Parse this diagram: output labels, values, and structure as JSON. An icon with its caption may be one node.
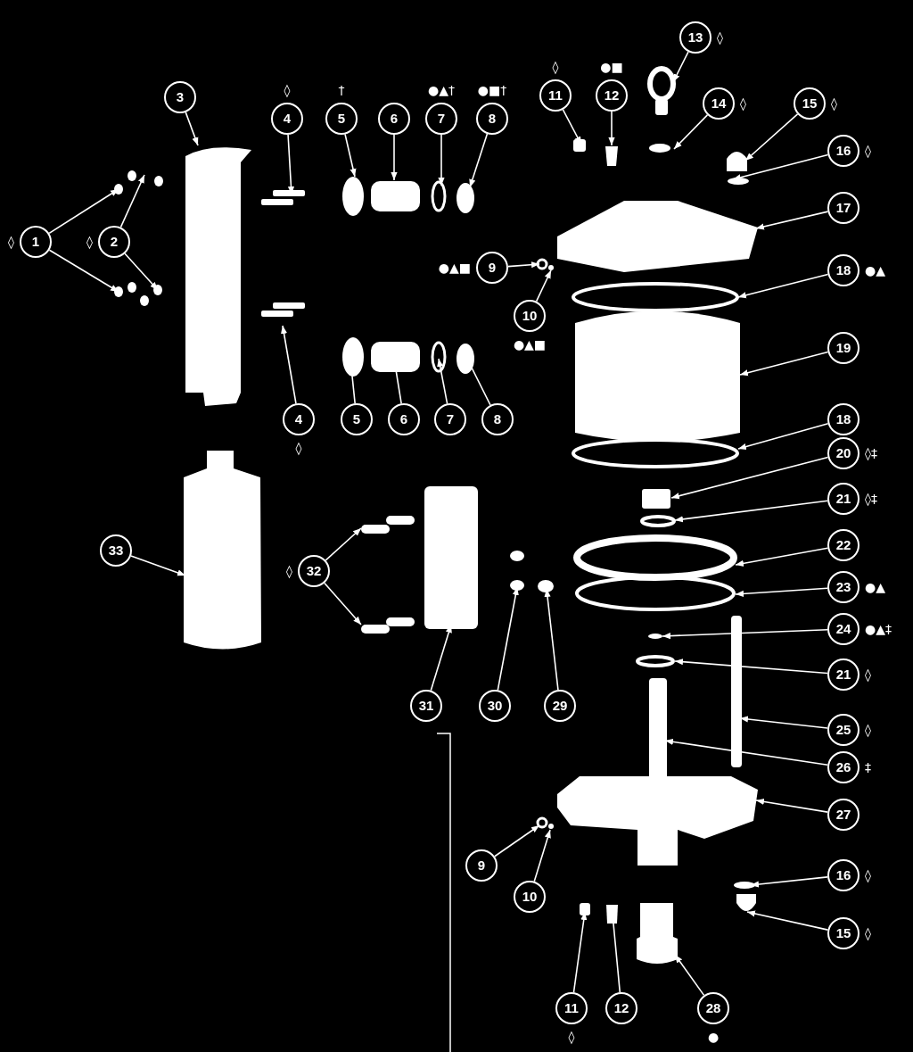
{
  "diagram": {
    "nodes": [
      {
        "text": [
          "1"
        ],
        "beside": [
          "◊"
        ]
      },
      {
        "text": [
          "2"
        ],
        "beside": [
          "◊"
        ]
      },
      {
        "text": [
          "3"
        ]
      },
      {
        "text": [
          "4"
        ],
        "beside": [
          "◊"
        ]
      },
      {
        "text": [
          "5"
        ],
        "beside": [
          "†"
        ]
      },
      {
        "text": [
          "6"
        ]
      },
      {
        "text": [
          "7"
        ],
        "beside": [
          "●▲†"
        ]
      },
      {
        "text": [
          "8"
        ],
        "beside": [
          "●■†"
        ]
      },
      {
        "text": [
          "11"
        ],
        "beside": [
          "◊"
        ]
      },
      {
        "text": [
          "12"
        ],
        "beside": [
          "●■"
        ]
      },
      {
        "text": [
          "13"
        ],
        "beside": [
          "◊"
        ]
      },
      {
        "text": [
          "14"
        ],
        "beside": [
          "◊"
        ]
      },
      {
        "text": [
          "15"
        ],
        "beside": [
          "◊"
        ]
      },
      {
        "text": [
          "16"
        ],
        "beside": [
          "◊"
        ]
      },
      {
        "text": [
          "17"
        ]
      },
      {
        "text": [
          "9"
        ],
        "beside": [
          "●▲■"
        ]
      },
      {
        "text": [
          "10"
        ],
        "beside": [
          "●▲■"
        ]
      },
      {
        "text": [
          "18"
        ],
        "beside": [
          "●▲"
        ]
      },
      {
        "text": [
          "19"
        ]
      },
      {
        "text": [
          "4"
        ],
        "beside": [
          "◊"
        ]
      },
      {
        "text": [
          "5"
        ]
      },
      {
        "text": [
          "6"
        ]
      },
      {
        "text": [
          "7"
        ]
      },
      {
        "text": [
          "8"
        ]
      },
      {
        "text": [
          "18"
        ]
      },
      {
        "text": [
          "20"
        ],
        "beside": [
          "◊‡"
        ]
      },
      {
        "text": [
          "21"
        ],
        "beside": [
          "◊‡"
        ]
      },
      {
        "text": [
          "33"
        ]
      },
      {
        "text": [
          "32"
        ],
        "beside": [
          "◊"
        ]
      },
      {
        "text": [
          "22"
        ]
      },
      {
        "text": [
          "23"
        ],
        "beside": [
          "●▲"
        ]
      },
      {
        "text": [
          "24"
        ],
        "beside": [
          "●▲‡"
        ]
      },
      {
        "text": [
          "21"
        ],
        "beside": [
          "◊"
        ]
      },
      {
        "text": [
          "31"
        ]
      },
      {
        "text": [
          "30"
        ]
      },
      {
        "text": [
          "29"
        ]
      },
      {
        "text": [
          "25"
        ],
        "beside": [
          "◊"
        ]
      },
      {
        "text": [
          "26"
        ],
        "beside": [
          "‡"
        ]
      },
      {
        "text": [
          "27"
        ]
      },
      {
        "text": [
          "9"
        ]
      },
      {
        "text": [
          "10"
        ]
      },
      {
        "text": [
          "16"
        ],
        "beside": [
          "◊"
        ]
      },
      {
        "text": [
          "15"
        ],
        "beside": [
          "◊"
        ]
      },
      {
        "text": [
          "11"
        ],
        "beside": [
          "◊"
        ]
      },
      {
        "text": [
          "12"
        ]
      },
      {
        "text": [
          "28"
        ],
        "beside": [
          "●"
        ]
      }
    ],
    "edges": [
      {
        "from": 0,
        "to": null,
        "arrow": "to"
      },
      {
        "from": 0,
        "to": null,
        "arrow": "to"
      },
      {
        "from": 1,
        "to": null,
        "arrow": "to"
      },
      {
        "from": 1,
        "to": null,
        "arrow": "to"
      },
      {
        "from": 2,
        "to": null,
        "arrow": "to"
      },
      {
        "from": 3,
        "to": null,
        "arrow": "to"
      },
      {
        "from": 4,
        "to": null,
        "arrow": "to"
      },
      {
        "from": 5,
        "to": null,
        "arrow": "to"
      },
      {
        "from": 6,
        "to": null,
        "arrow": "to"
      },
      {
        "from": 7,
        "to": null,
        "arrow": "to"
      },
      {
        "from": 8,
        "to": null,
        "arrow": "to"
      },
      {
        "from": 9,
        "to": null,
        "arrow": "to"
      },
      {
        "from": 10,
        "to": null,
        "arrow": "to"
      },
      {
        "from": 11,
        "to": null,
        "arrow": "to"
      },
      {
        "from": 12,
        "to": null,
        "arrow": "to"
      },
      {
        "from": 13,
        "to": null,
        "arrow": "to"
      },
      {
        "from": 14,
        "to": null,
        "arrow": "to"
      },
      {
        "from": 15,
        "to": null,
        "arrow": "to"
      },
      {
        "from": 16,
        "to": null,
        "arrow": "to"
      },
      {
        "from": 17,
        "to": null,
        "arrow": "to"
      },
      {
        "from": 18,
        "to": null,
        "arrow": "to"
      },
      {
        "from": 19,
        "to": null,
        "arrow": "to"
      },
      {
        "from": 20,
        "to": null,
        "arrow": "to"
      },
      {
        "from": 21,
        "to": null,
        "arrow": "to"
      },
      {
        "from": 22,
        "to": null,
        "arrow": "to"
      },
      {
        "from": 23,
        "to": null,
        "arrow": "to"
      },
      {
        "from": 24,
        "to": null,
        "arrow": "to"
      },
      {
        "from": 25,
        "to": null,
        "arrow": "to"
      },
      {
        "from": 26,
        "to": null,
        "arrow": "to"
      },
      {
        "from": 27,
        "to": null,
        "arrow": "to"
      },
      {
        "from": 28,
        "to": null,
        "arrow": "to"
      },
      {
        "from": 28,
        "to": null,
        "arrow": "to"
      },
      {
        "from": 29,
        "to": null,
        "arrow": "to"
      },
      {
        "from": 30,
        "to": null,
        "arrow": "to"
      },
      {
        "from": 31,
        "to": null,
        "arrow": "to"
      },
      {
        "from": 32,
        "to": null,
        "arrow": "to"
      },
      {
        "from": 33,
        "to": null,
        "arrow": "to"
      },
      {
        "from": 34,
        "to": null,
        "arrow": "to"
      },
      {
        "from": 35,
        "to": null,
        "arrow": "to"
      },
      {
        "from": 36,
        "to": null,
        "arrow": "to"
      },
      {
        "from": 37,
        "to": null,
        "arrow": "to"
      },
      {
        "from": 38,
        "to": null,
        "arrow": "to"
      },
      {
        "from": 39,
        "to": null,
        "arrow": "to"
      },
      {
        "from": 40,
        "to": null,
        "arrow": "to"
      },
      {
        "from": 41,
        "to": null,
        "arrow": "to"
      },
      {
        "from": 42,
        "to": null,
        "arrow": "to"
      },
      {
        "from": 43,
        "to": null,
        "arrow": "to"
      },
      {
        "from": 44,
        "to": null,
        "arrow": "to"
      },
      {
        "from": 45,
        "to": null,
        "arrow": "to"
      }
    ]
  }
}
